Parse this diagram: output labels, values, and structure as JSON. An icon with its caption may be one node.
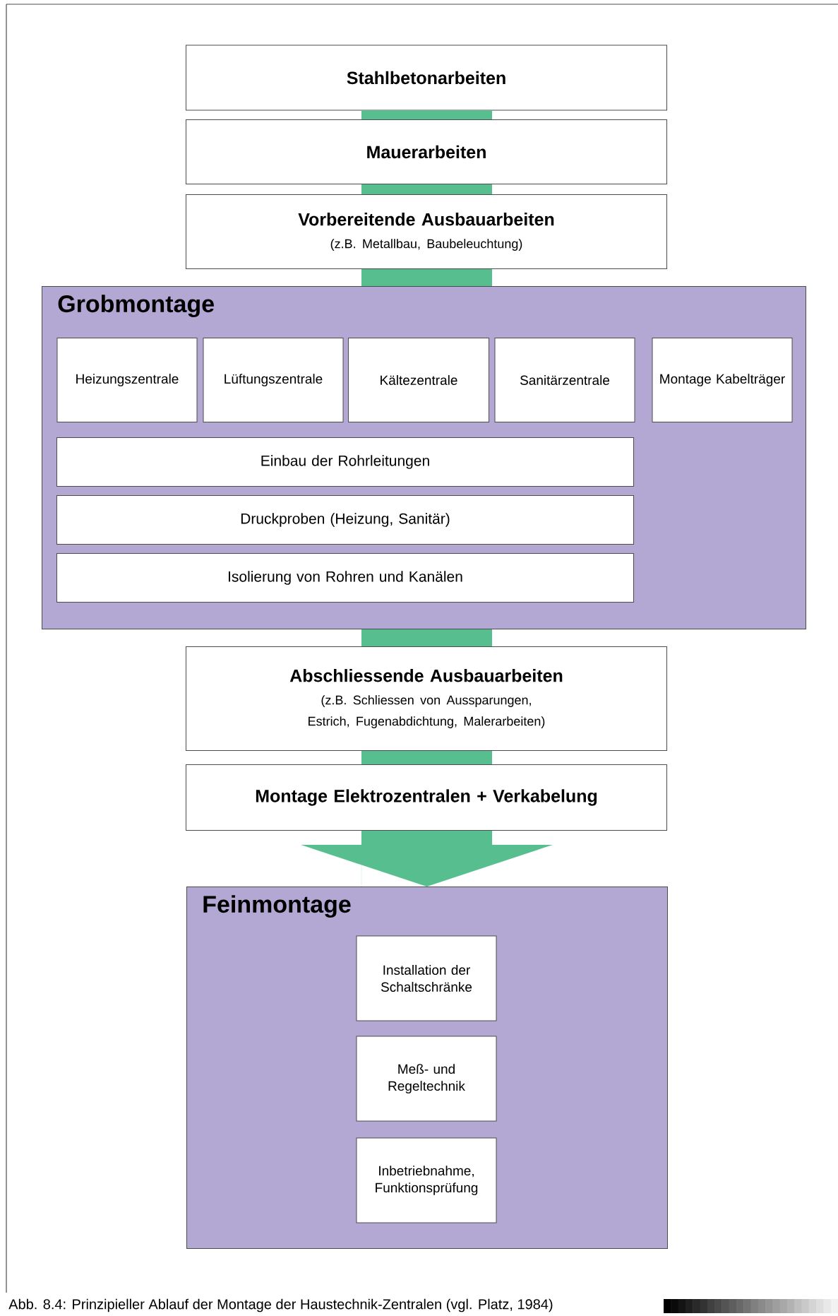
{
  "diagram": {
    "caption": "Abb. 8.4: Prinzipieller Ablauf der Montage der Haustechnik-Zentralen (vgl. Platz, 1984)",
    "nodes": [
      {
        "text": [
          "Stahlbetonarbeiten"
        ]
      },
      {
        "text": [
          "Mauerarbeiten"
        ]
      },
      {
        "text": [
          "Vorbereitende Ausbauarbeiten",
          "(z.B. Metallbau, Baubeleuchtung)"
        ]
      },
      {
        "text": [
          "Grobmontage"
        ]
      },
      {
        "text": [
          "Heizungszentrale"
        ],
        "in": 3
      },
      {
        "text": [
          "Lüftungszentrale"
        ],
        "in": 3
      },
      {
        "text": [
          "Kältezentrale"
        ],
        "in": 3
      },
      {
        "text": [
          "Sanitärzentrale"
        ],
        "in": 3
      },
      {
        "text": [
          "Montage Kabelträger"
        ],
        "in": 3
      },
      {
        "text": [
          "Einbau der Rohrleitungen"
        ],
        "in": 3
      },
      {
        "text": [
          "Druckproben (Heizung, Sanitär)"
        ],
        "in": 3
      },
      {
        "text": [
          "Isolierung von Rohren und Kanälen"
        ],
        "in": 3
      },
      {
        "text": [
          "Abschliessende Ausbauarbeiten",
          "(z.B. Schliessen von Aussparungen, Estrich, Fugenabdichtung, Malerarbeiten)"
        ]
      },
      {
        "text": [
          "Montage Elektrozentralen + Verkabelung"
        ]
      },
      {
        "text": [
          "Feinmontage"
        ]
      },
      {
        "text": [
          "Installation der Schaltschränke"
        ],
        "in": 14
      },
      {
        "text": [
          "Meß- und Regeltechnik"
        ],
        "in": 14
      },
      {
        "text": [
          "Inbetriebnahme, Funktionsprüfung"
        ],
        "in": 14
      }
    ],
    "edges": [
      {
        "from": 0,
        "to": 1,
        "arrow": "none"
      },
      {
        "from": 1,
        "to": 2,
        "arrow": "none"
      },
      {
        "from": 2,
        "to": 3,
        "arrow": "none"
      },
      {
        "from": 3,
        "to": 12,
        "arrow": "none"
      },
      {
        "from": 12,
        "to": 13,
        "arrow": "none"
      },
      {
        "from": 13,
        "to": 14,
        "arrow": "to"
      }
    ]
  }
}
